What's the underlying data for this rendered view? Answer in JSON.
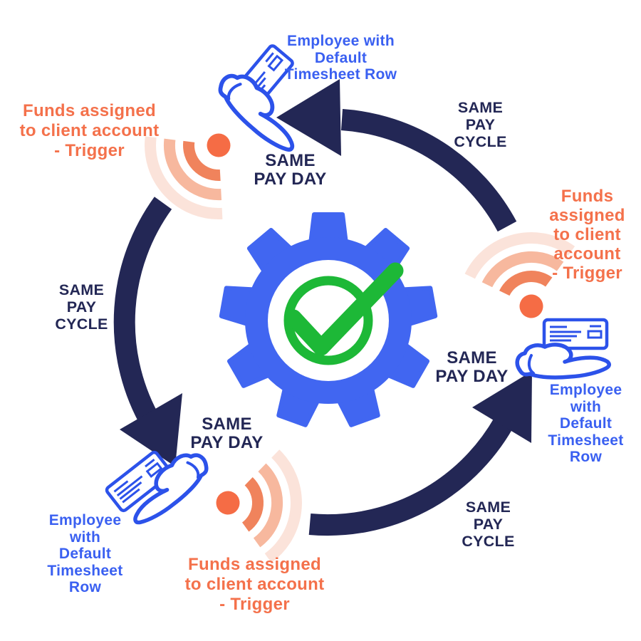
{
  "diagram": {
    "type": "circular-cycle-infographic",
    "center_icon": "gear-with-green-checkmark",
    "flow_direction": "counterclockwise",
    "steps": 3
  },
  "colors": {
    "background": "#FFFFFF",
    "navy": "#232755",
    "blue_text": "#3A60F1",
    "icon_outline_blue": "#2C52EA",
    "gear_blue": "#4166F1",
    "check_green": "#1DB837",
    "orange": "#F4714B",
    "wifi_dot": "#F56C45",
    "wifi_arc_inner": "#F0835C",
    "wifi_arc_mid": "#F7B89E",
    "wifi_arc_outer": "#FBE3DA"
  },
  "labels": {
    "pay_day": [
      "SAME",
      "PAY DAY"
    ],
    "pay_cycle": [
      "SAME",
      "PAY",
      "CYCLE"
    ],
    "employee_top": [
      "Employee with",
      "Default",
      "Timesheet Row"
    ],
    "employee_right": [
      "Employee",
      "with",
      "Default",
      "Timesheet",
      "Row"
    ],
    "employee_bottom": [
      "Employee",
      "with",
      "Default",
      "Timesheet",
      "Row"
    ],
    "trigger_top_left": [
      "Funds assigned",
      "to client account",
      "- Trigger"
    ],
    "trigger_right": [
      "Funds",
      "assigned",
      "to client",
      "account",
      "- Trigger"
    ],
    "trigger_bottom": [
      "Funds assigned",
      "to client account",
      "- Trigger"
    ]
  }
}
